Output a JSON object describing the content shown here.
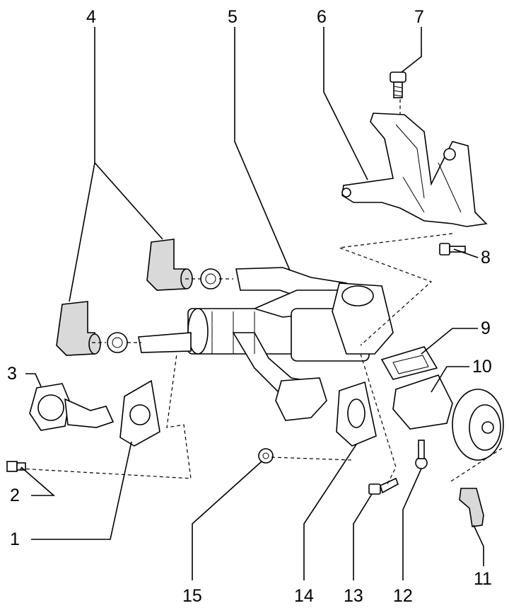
{
  "callouts": [
    {
      "id": "1",
      "text": "1"
    },
    {
      "id": "2",
      "text": "2"
    },
    {
      "id": "3",
      "text": "3"
    },
    {
      "id": "4",
      "text": "4"
    },
    {
      "id": "5",
      "text": "5"
    },
    {
      "id": "6",
      "text": "6"
    },
    {
      "id": "7",
      "text": "7"
    },
    {
      "id": "8",
      "text": "8"
    },
    {
      "id": "9",
      "text": "9"
    },
    {
      "id": "10",
      "text": "10"
    },
    {
      "id": "11",
      "text": "11"
    },
    {
      "id": "12",
      "text": "12"
    },
    {
      "id": "13",
      "text": "13"
    },
    {
      "id": "14",
      "text": "14"
    },
    {
      "id": "15",
      "text": "15"
    }
  ],
  "colors": {
    "ink": "#000000",
    "hose_fill": "#d9d9d9",
    "background": "#ffffff"
  }
}
